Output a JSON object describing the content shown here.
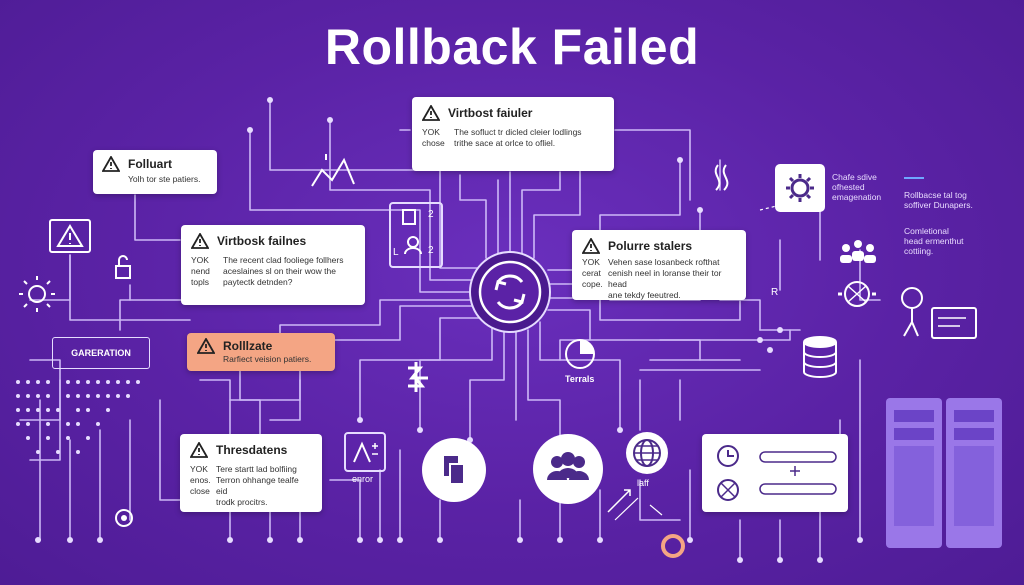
{
  "title": "Rollback Failed",
  "cards": {
    "top": {
      "title": "Virtbost faiuler",
      "label": "YOK\nchose",
      "text": "The sofluct tr dicled cleier lodlings\ntrithe sace at orlce to ofliel."
    },
    "folluart": {
      "title": "Folluart",
      "text": "Yolh tor ste patiers."
    },
    "virtbosk": {
      "title": "Virtbosk failnes",
      "label": "YOK\nnend\ntopls",
      "text": "The recent clad fooliege follhers\naceslaines sl on their wow the\npaytectk detnden?"
    },
    "rollbate": {
      "title": "Rolllzate",
      "text": "Rarfiect veision patiers."
    },
    "polure": {
      "title": "Polurre stalers",
      "label": "YOK\ncerat\ncope.",
      "text": "Vehen sase losanbeck rofthat\ncenish neel in loranse their tor head\nane tekdy feeutred."
    },
    "threshold": {
      "title": "Thresdatens",
      "label": "YOK\nenos.\nclose",
      "text": "Tere startt lad bolfiing\nTerron ohhange tealfe eid\ntrodk procitrs."
    }
  },
  "side_text": {
    "chate": "Chafe sdive\nofhested\nemagenation",
    "rollbase": "Rollbacse tal tog\nsoffiver Dunapers.",
    "comletional": "Comletional\nhead ermenthut\ncottiing."
  },
  "labels": {
    "generation": "GARERATION",
    "terrals": "Terrals",
    "enror": "enror",
    "laff": "laff",
    "num2a": "2",
    "num2b": "2",
    "l": "L",
    "r": "R"
  },
  "colors": {
    "background": "#5b22a6",
    "card": "#ffffff",
    "accent": "#f4a584",
    "line": "#e6dcff"
  }
}
